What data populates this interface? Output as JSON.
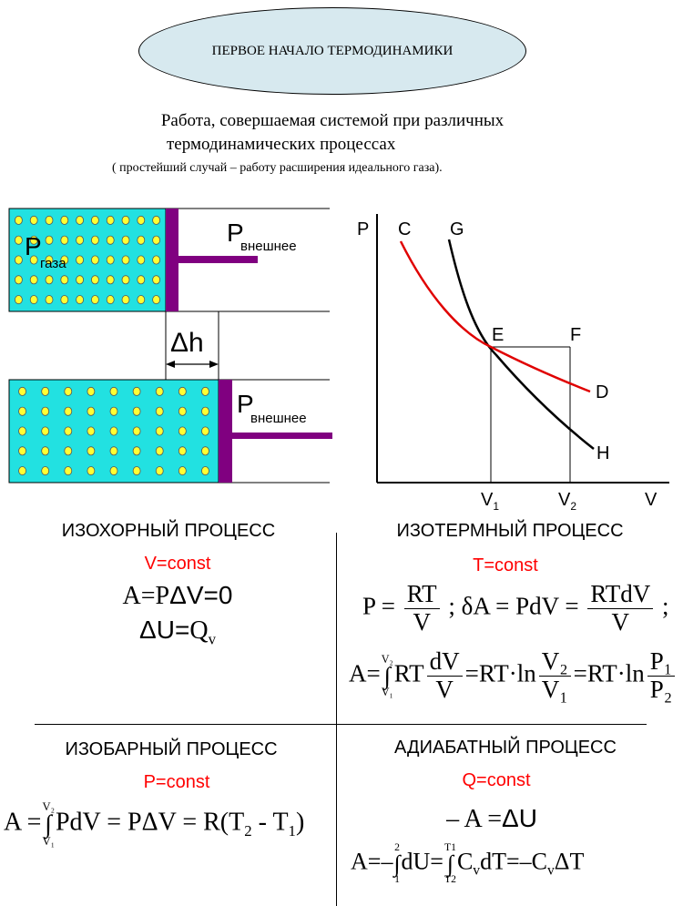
{
  "header": {
    "title": "ПЕРВОЕ НАЧАЛО ТЕРМОДИНАМИКИ",
    "subtitle_line1": "Работа, совершаемая системой при различных",
    "subtitle_line2": "термодинамических процессах",
    "note": "( простейший случай – работу расширения идеального газа)."
  },
  "piston": {
    "p_gas": "P",
    "p_gas_sub": "газа",
    "p_ext": "P",
    "p_ext_sub": "внешнее",
    "dh": "Δh"
  },
  "graph": {
    "axis_p": "P",
    "axis_v": "V",
    "label_c": "C",
    "label_g": "G",
    "label_e": "E",
    "label_f": "F",
    "label_d": "D",
    "label_h": "H",
    "v1": "V",
    "v1_sub": "1",
    "v2": "V",
    "v2_sub": "2",
    "colors": {
      "isotherm": "#e00000",
      "adiabat": "#000000"
    }
  },
  "isochoric": {
    "title": "ИЗОХОРНЫЙ ПРОЦЕСС",
    "condition": "V=const",
    "formula1_a": "A=P",
    "formula1_b": "ΔV=0",
    "formula2_a": "ΔU=",
    "formula2_b": "Q",
    "formula2_sub": "v"
  },
  "isothermal": {
    "title": "ИЗОТЕРМНЫЙ ПРОЦЕСС",
    "condition": "T=const",
    "f1_p": "P =",
    "f1_num": "RT",
    "f1_den": "V",
    "f1_mid": "; δA = PdV =",
    "f1_num2": "RTdV",
    "f1_den2": "V",
    "f1_end": ";",
    "f2_a": "A=",
    "f2_upper": "V₂",
    "f2_lower": "V₁",
    "f2_rt": "RT",
    "f2_num": "dV",
    "f2_den": "V",
    "f2_eq": "=RT·ln",
    "f2_num2": "V₂",
    "f2_den2": "V₁",
    "f2_eq2": "=RT·ln",
    "f2_num3": "P₁",
    "f2_den3": "P₂"
  },
  "isobaric": {
    "title": "ИЗОБАРНЫЙ ПРОЦЕСС",
    "condition": "P=const",
    "f_a": "A =",
    "f_upper": "V₂",
    "f_lower": "V₁",
    "f_b": "PdV = PΔV = R(T",
    "f_sub2": "2",
    "f_c": " - T",
    "f_sub1": "1",
    "f_d": ")"
  },
  "adiabatic": {
    "title": "АДИАБАТНЫЙ ПРОЦЕСС",
    "condition": "Q=const",
    "f1_a": "– A =",
    "f1_b": "ΔU",
    "f2_a": "A=–",
    "f2_upper1": "2",
    "f2_lower1": "1",
    "f2_b": "dU=",
    "f2_upper2": "T1",
    "f2_lower2": "T2",
    "f2_c": "C",
    "f2_csub": "v",
    "f2_d": "dT=–C",
    "f2_dsub": "v",
    "f2_e": "ΔT"
  }
}
